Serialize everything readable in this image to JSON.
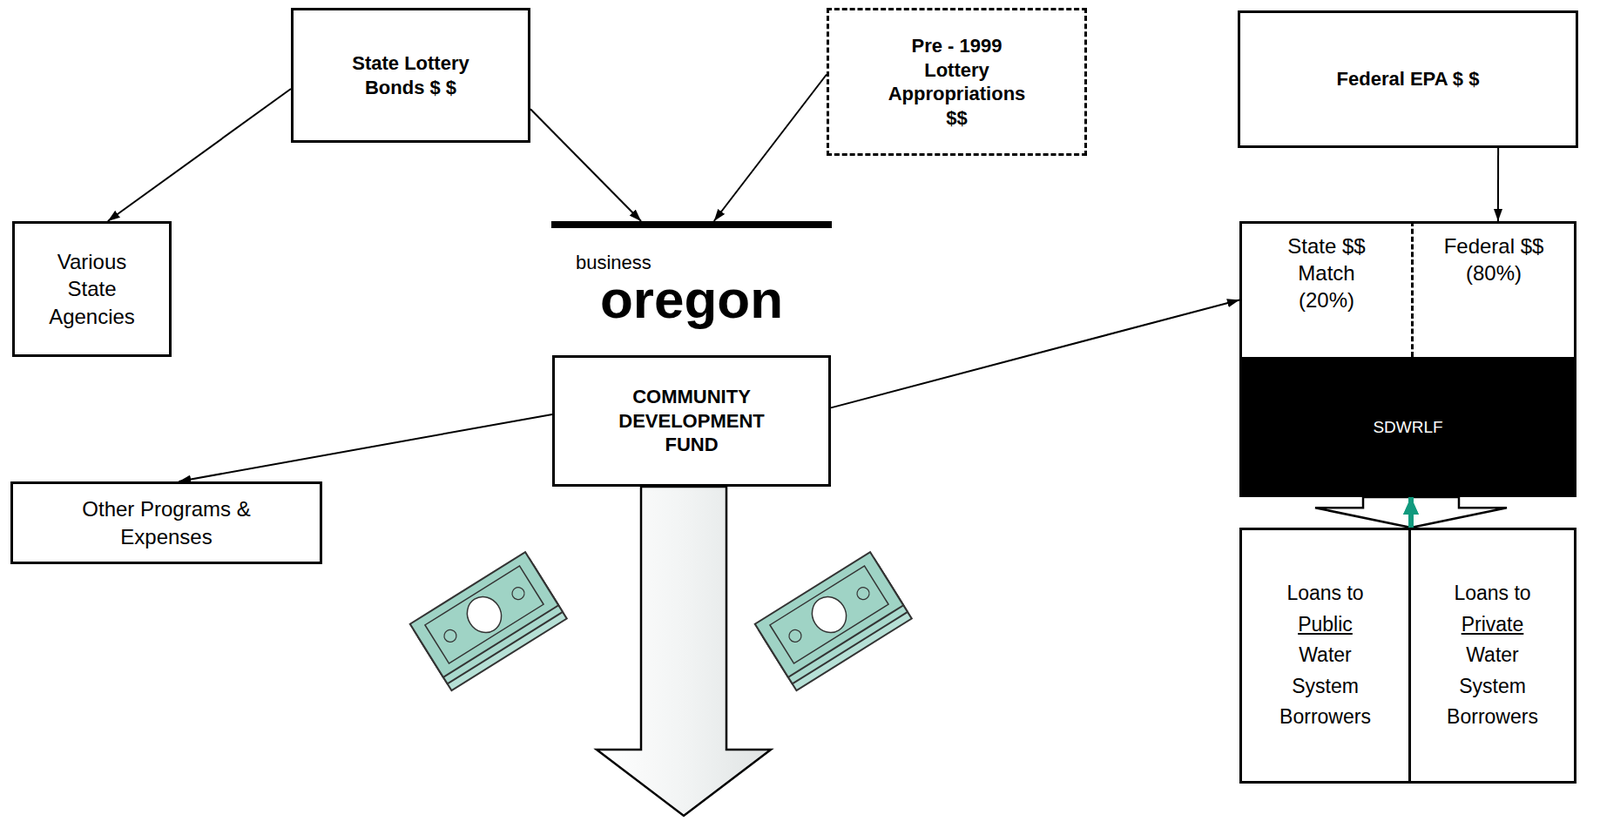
{
  "diagram": {
    "nodes": [
      {
        "text": [
          "State Lottery Bonds $ $"
        ]
      },
      {
        "text": [
          "Pre - 1999 Lottery Appropriations $$"
        ]
      },
      {
        "text": [
          "Federal EPA $ $"
        ]
      },
      {
        "text": [
          "Various State Agencies"
        ]
      },
      {
        "text": [
          "business",
          "oregon"
        ]
      },
      {
        "text": [
          "COMMUNITY DEVELOPMENT FUND"
        ]
      },
      {
        "text": [
          "Other Programs & Expenses"
        ]
      },
      {
        "text": [
          "State $$ Match (20%)"
        ]
      },
      {
        "text": [
          "Federal $$ (80%)"
        ]
      },
      {
        "text": [
          "SDWRLF"
        ]
      },
      {
        "text": [
          "Loans to Public Water System Borrowers"
        ]
      },
      {
        "text": [
          "Loans to Private Water System Borrowers"
        ]
      }
    ],
    "edges": [
      {
        "from": 0,
        "to": 3,
        "arrow": "to"
      },
      {
        "from": 0,
        "to": 4,
        "arrow": "to"
      },
      {
        "from": 1,
        "to": 4,
        "arrow": "to"
      },
      {
        "from": 2,
        "to": 8,
        "arrow": "to"
      },
      {
        "from": 5,
        "to": 6,
        "arrow": "to"
      },
      {
        "from": 5,
        "to": 7,
        "arrow": "to"
      },
      {
        "from": 9,
        "to": 10,
        "arrow": "to"
      },
      {
        "from": 9,
        "to": 11,
        "arrow": "to"
      },
      {
        "from": 10,
        "to": 9,
        "arrow": "to"
      },
      {
        "from": 11,
        "to": 9,
        "arrow": "to"
      }
    ]
  }
}
